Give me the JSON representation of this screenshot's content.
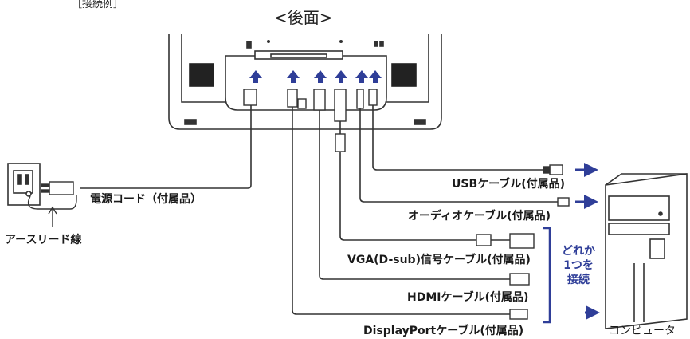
{
  "header": {
    "caption": "［接続例］",
    "title": "<後面>"
  },
  "labels": {
    "power_cord": "電源コード（付属品）",
    "earth_lead": "アースリード線",
    "usb_cable": "USBケーブル(付属品)",
    "audio_cable": "オーディオケーブル(付属品)",
    "vga_cable": "VGA(D-sub)信号ケーブル(付属品)",
    "hdmi_cable": "HDMIケーブル(付属品)",
    "dp_cable": "DisplayPortケーブル(付属品)",
    "computer": "コンピュータ",
    "connect_note_1": "どれか",
    "connect_note_2": "1つを",
    "connect_note_3": "接続"
  },
  "colors": {
    "arrow_blue": "#2f3e98",
    "line": "#333333"
  }
}
